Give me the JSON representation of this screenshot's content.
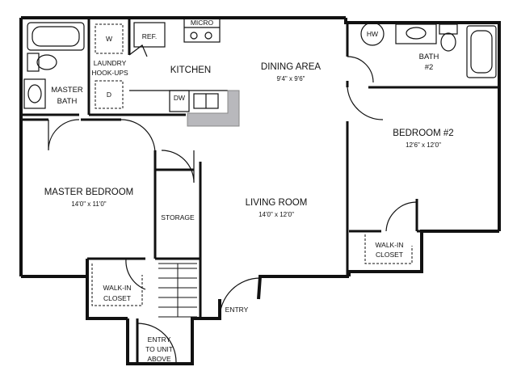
{
  "rooms": {
    "kitchen": {
      "name": "KITCHEN"
    },
    "dining": {
      "name": "DINING AREA",
      "dims": "9'4\" x 9'6\""
    },
    "living": {
      "name": "LIVING ROOM",
      "dims": "14'0\" x 12'0\""
    },
    "master_bedroom": {
      "name": "MASTER BEDROOM",
      "dims": "14'0\" x 11'0\""
    },
    "bedroom2": {
      "name": "BEDROOM #2",
      "dims": "12'6\" x 12'0\""
    },
    "master_bath": {
      "line1": "MASTER",
      "line2": "BATH"
    },
    "bath2": {
      "line1": "BATH",
      "line2": "#2"
    },
    "laundry": {
      "line1": "LAUNDRY",
      "line2": "HOOK-UPS"
    },
    "storage": {
      "name": "STORAGE"
    },
    "walkin_master": {
      "line1": "WALK-IN",
      "line2": "CLOSET"
    },
    "walkin_b2": {
      "line1": "WALK-IN",
      "line2": "CLOSET"
    },
    "entry": {
      "name": "ENTRY"
    },
    "entry_above": {
      "line1": "ENTRY",
      "line2": "TO UNIT",
      "line3": "ABOVE"
    }
  },
  "fixtures": {
    "micro": "MICRO",
    "ref": "REF.",
    "washer": "W",
    "dryer": "D",
    "dishwasher": "DW",
    "water_heater": "HW"
  },
  "colors": {
    "wall": "#111111",
    "counter": "#b8b8bc"
  }
}
